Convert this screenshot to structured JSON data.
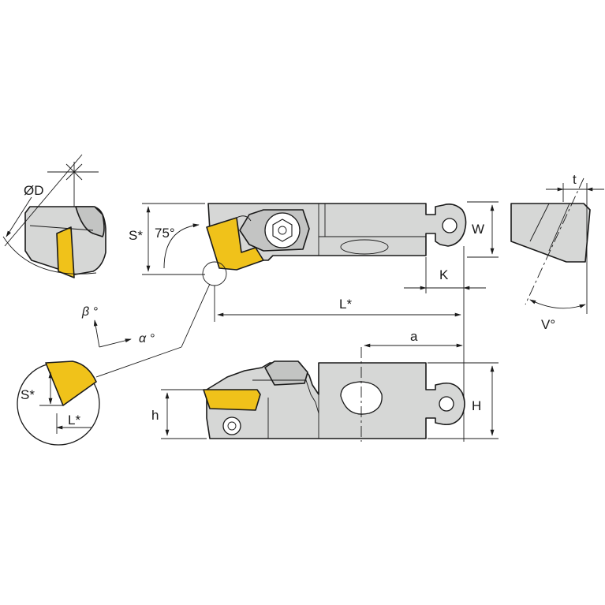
{
  "labels": {
    "diameter": "ØD",
    "s_star": "S*",
    "angle_75": "75°",
    "w": "W",
    "k": "K",
    "l_star": "L*",
    "t": "t",
    "v_deg": "V°",
    "beta": "β °",
    "alpha": "α °",
    "a": "a",
    "h": "h",
    "h_upper": "H",
    "detail_s_star": "S*",
    "detail_l_star": "L*"
  },
  "colors": {
    "insert": "#f0c21a",
    "body": "#d6d7d6",
    "outline": "#1a1a1a"
  }
}
